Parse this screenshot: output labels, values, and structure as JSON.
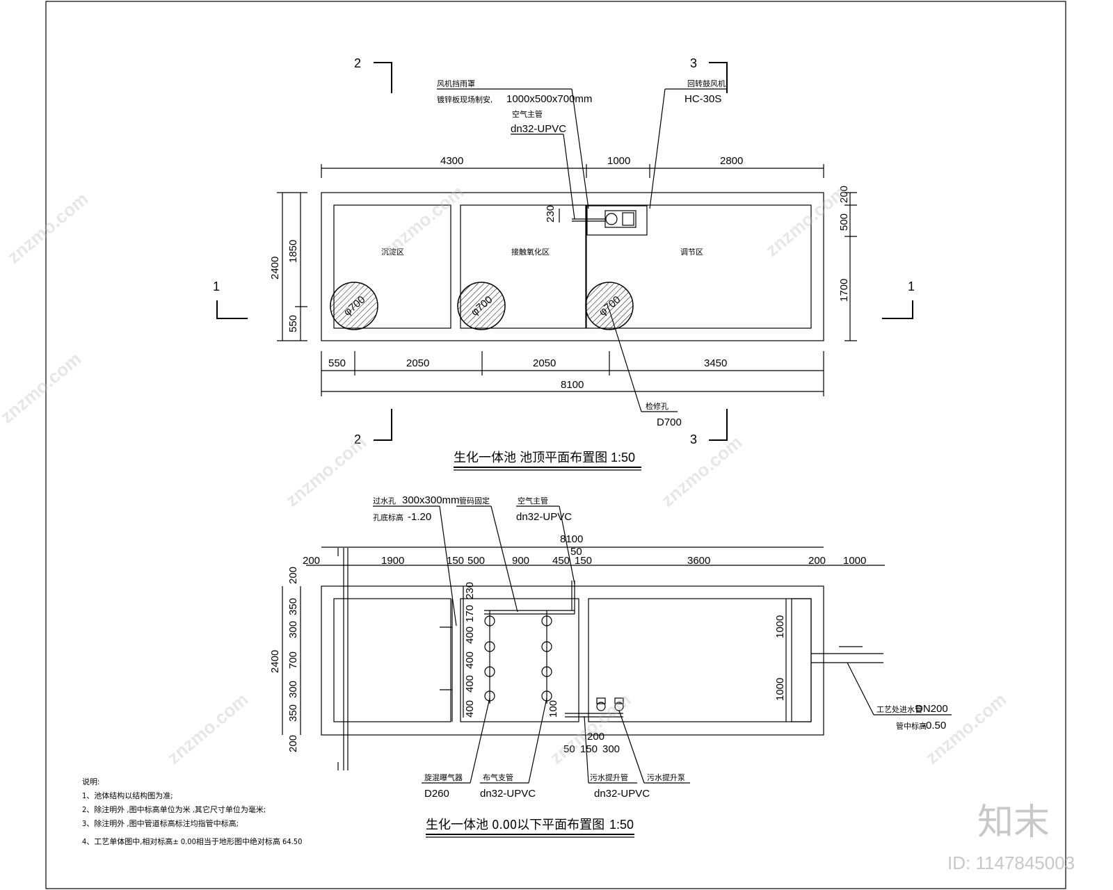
{
  "top_plan": {
    "section_marks": {
      "mark1": "1",
      "mark2": "2",
      "mark3": "3"
    },
    "dims_top": [
      "4300",
      "1000",
      "2800"
    ],
    "dims_bottom": [
      "550",
      "2050",
      "2050",
      "3450"
    ],
    "dim_total": "8100",
    "dims_left": [
      "2400",
      "1850",
      "550"
    ],
    "dims_right": [
      "200",
      "500",
      "1700"
    ],
    "dim_230": "230",
    "zones": [
      "沉淀区",
      "接触氧化区",
      "调节区"
    ],
    "manhole_label": "φ700",
    "annotations": {
      "rain_cover": "风机挡雨罩",
      "rain_cover_material": "镀锌板现场制安,",
      "rain_cover_size": "1000x500x700mm",
      "air_main": "空气主管",
      "air_main_spec": "dn32-UPVC",
      "blower": "回转鼓风机",
      "blower_model": "HC-30S",
      "inspection_hole": "检修孔",
      "inspection_spec": "D700"
    },
    "title": "生化一体池    池顶平面布置图",
    "scale": "1:50"
  },
  "bottom_plan": {
    "annotations": {
      "overflow_hole": "过水孔",
      "overflow_size": "300x300mm",
      "hole_bottom": "孔底标高",
      "hole_bottom_val": "-1.20",
      "pipe_clamp": "管码固定",
      "air_main": "空气主管",
      "air_main_spec": "dn32-UPVC",
      "aerator": "旋混曝气器",
      "aerator_spec": "D260",
      "air_branch": "布气支管",
      "air_branch_spec": "dn32-UPVC",
      "lift_pipe": "污水提升管",
      "lift_pipe_spec": "dn32-UPVC",
      "lift_pump": "污水提升泵",
      "inlet_pipe": "工艺处进水管",
      "inlet_spec": "DN200",
      "pipe_center": "管中标高",
      "pipe_center_val": "-0.50"
    },
    "dim_total": "8100",
    "dim_50": "50",
    "dims_top": [
      "200",
      "1900",
      "150",
      "500",
      "900",
      "450",
      "150",
      "3600",
      "200",
      "1000"
    ],
    "dims_left": [
      "2400",
      "200",
      "350",
      "300",
      "700",
      "300",
      "350",
      "200"
    ],
    "dims_inner": [
      "230",
      "170",
      "400",
      "400",
      "400",
      "400"
    ],
    "dims_right": [
      "1000",
      "1000"
    ],
    "dims_pump": [
      "200",
      "50",
      "150",
      "300"
    ],
    "dim_100": "100",
    "title": "生化一体池    0.00以下平面布置图",
    "scale": "1:50"
  },
  "notes": {
    "heading": "说明:",
    "items": [
      "1、池体结构以结构图为准;",
      "2、除注明外    ,图中标高单位为米    ,其它尺寸单位为毫米;",
      "3、除注明外    ,图中管道标高标注均指管中标高;",
      "4、工艺单体图中,相对标高±      0.00相当于地形图中绝对标高         64.50"
    ]
  },
  "watermark": {
    "text": "znzmo.com",
    "brand": "知末",
    "id": "ID: 1147845003"
  }
}
